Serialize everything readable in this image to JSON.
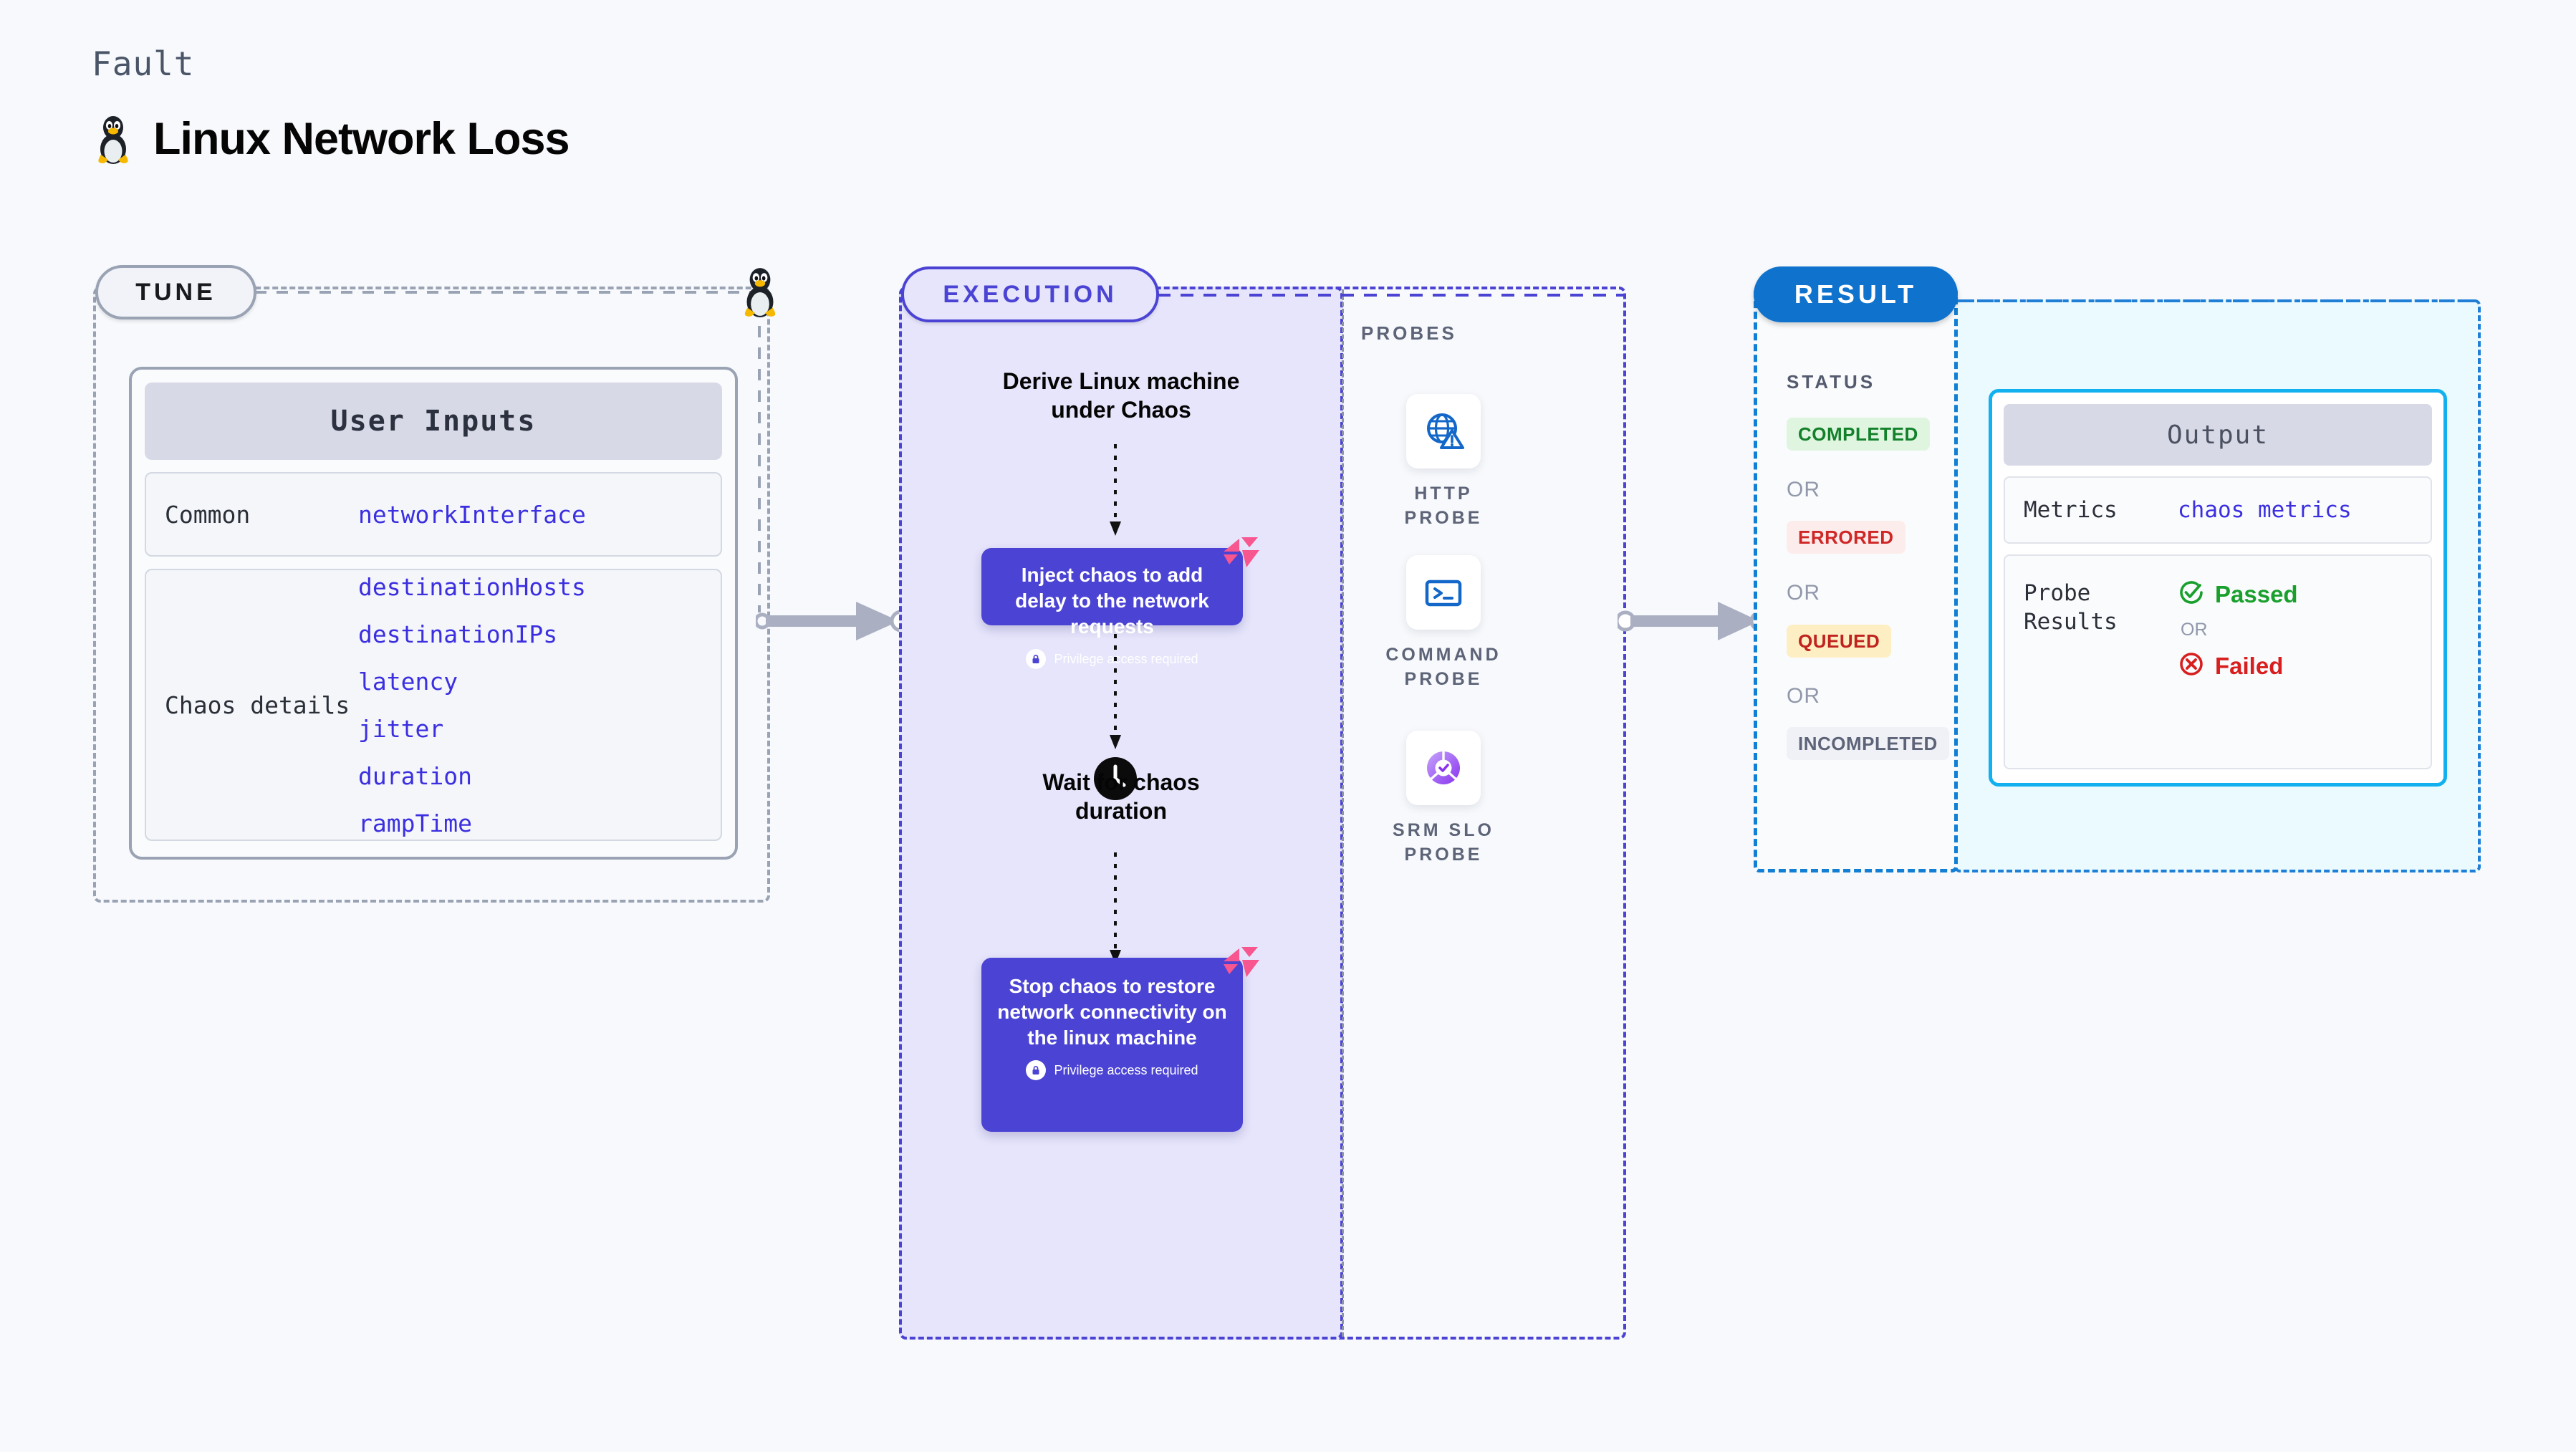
{
  "header": {
    "eyebrow": "Fault",
    "title": "Linux Network Loss",
    "icon": "linux-penguin-icon"
  },
  "stages": {
    "tune": "TUNE",
    "execution": "EXECUTION",
    "result": "RESULT"
  },
  "tune": {
    "card_title": "User Inputs",
    "rows": [
      {
        "label": "Common",
        "values": [
          "networkInterface"
        ]
      },
      {
        "label": "Chaos details",
        "values": [
          "destinationHosts",
          "destinationIPs",
          "latency",
          "jitter",
          "duration",
          "rampTime"
        ]
      }
    ]
  },
  "execution": {
    "derive_title": "Derive Linux machine\nunder Chaos",
    "inject_node": {
      "text": "Inject chaos to add delay to the network requests",
      "privilege_note": "Privilege access required",
      "badge": "chaos-badge-icon"
    },
    "wait_title": "Wait for chaos\nduration",
    "wait_icon": "clock-icon",
    "stop_node": {
      "text": "Stop chaos to restore network connectivity on the linux machine",
      "privilege_note": "Privilege access required",
      "badge": "chaos-badge-icon"
    }
  },
  "probes": {
    "section_label": "PROBES",
    "items": [
      {
        "name": "HTTP PROBE",
        "icon": "globe-warning-icon"
      },
      {
        "name": "COMMAND PROBE",
        "icon": "terminal-icon"
      },
      {
        "name": "SRM SLO PROBE",
        "icon": "slo-donut-check-icon"
      }
    ]
  },
  "result": {
    "status_label": "STATUS",
    "or": "OR",
    "statuses": [
      {
        "label": "COMPLETED",
        "bg": "#dff5e0",
        "fg": "#13802a"
      },
      {
        "label": "ERRORED",
        "bg": "#fdecec",
        "fg": "#cf2626"
      },
      {
        "label": "QUEUED",
        "bg": "#fdeec4",
        "fg": "#c0221d"
      },
      {
        "label": "INCOMPLETED",
        "bg": "#f0f1f6",
        "fg": "#5d6478"
      }
    ]
  },
  "output": {
    "card_title": "Output",
    "metrics_label": "Metrics",
    "metrics_value": "chaos metrics",
    "probe_results_label": "Probe Results",
    "passed": "Passed",
    "failed": "Failed",
    "or": "OR"
  },
  "colors": {
    "page_bg": "#f7f9fc",
    "accent_purple": "#4b43d4",
    "accent_blue": "#0f72cc",
    "output_border": "#12b0ee",
    "param_value": "#3b2fe0",
    "badge_pink": "#f8568f"
  }
}
